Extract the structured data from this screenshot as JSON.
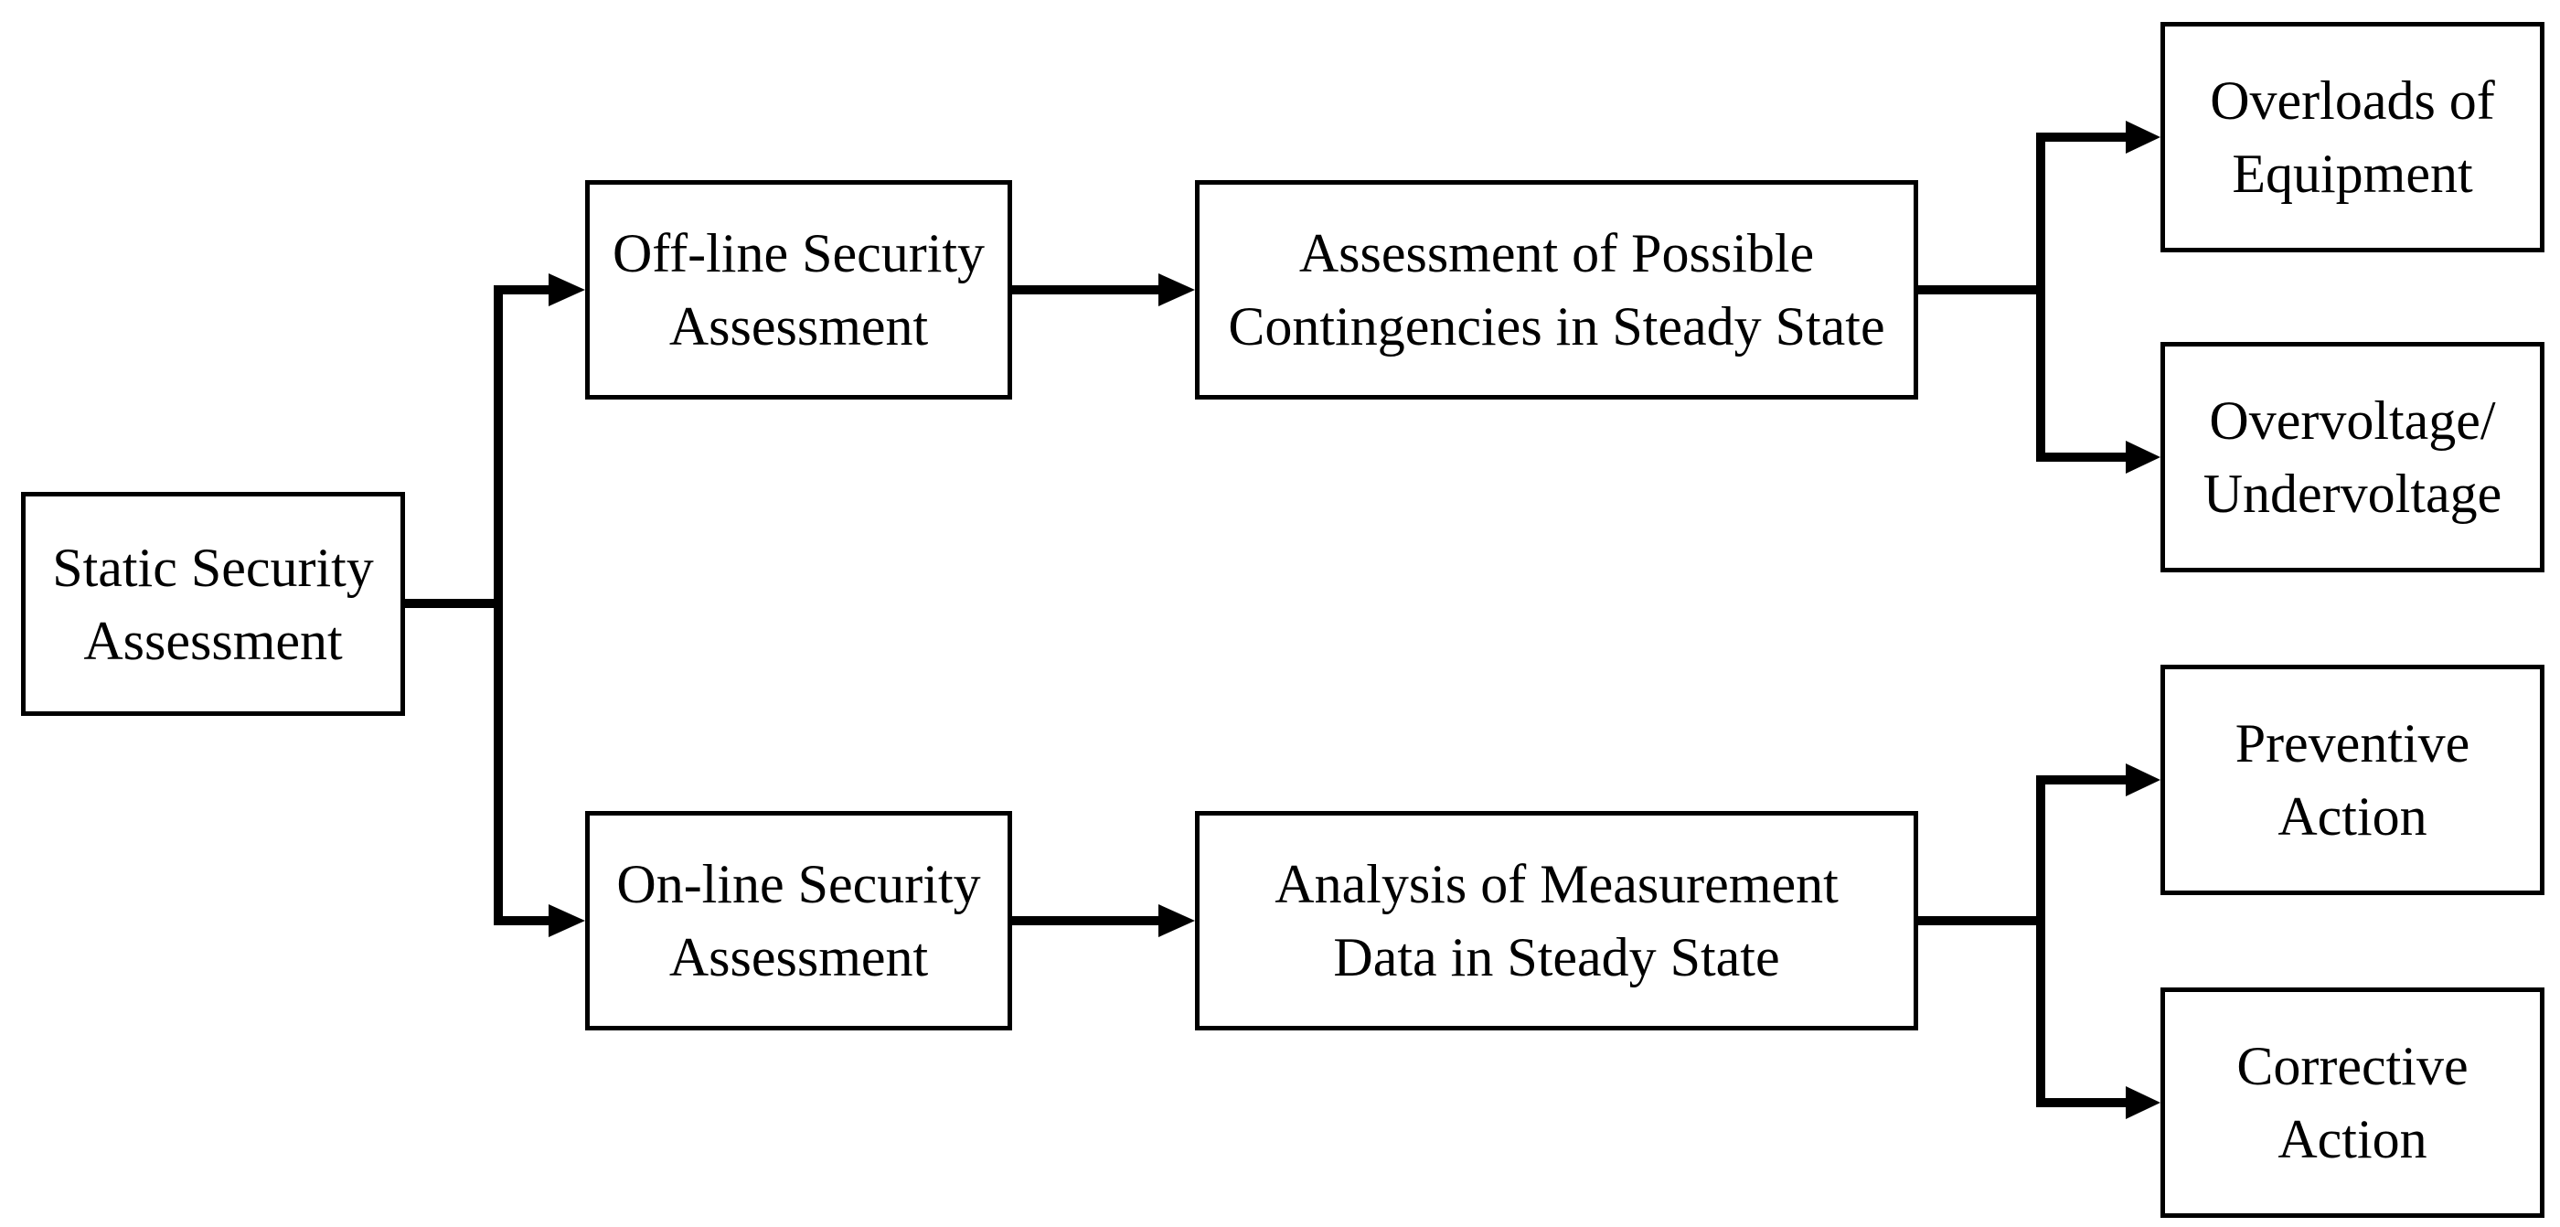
{
  "diagram": {
    "type": "flowchart",
    "nodes": {
      "static": {
        "line1": "Static Security",
        "line2": "Assessment"
      },
      "offline": {
        "line1": "Off-line Security",
        "line2": "Assessment"
      },
      "contingencies": {
        "line1": "Assessment of Possible",
        "line2": "Contingencies in Steady State"
      },
      "overloads": {
        "line1": "Overloads of",
        "line2": "Equipment"
      },
      "overvoltage": {
        "line1": "Overvoltage/",
        "line2": "Undervoltage"
      },
      "online": {
        "line1": "On-line Security",
        "line2": "Assessment"
      },
      "measurement": {
        "line1": "Analysis of Measurement",
        "line2": "Data in Steady State"
      },
      "preventive": {
        "line1": "Preventive",
        "line2": "Action"
      },
      "corrective": {
        "line1": "Corrective",
        "line2": "Action"
      }
    },
    "edges": [
      {
        "from": "Static Security Assessment",
        "to": "Off-line Security Assessment"
      },
      {
        "from": "Static Security Assessment",
        "to": "On-line Security Assessment"
      },
      {
        "from": "Off-line Security Assessment",
        "to": "Assessment of Possible Contingencies in Steady State"
      },
      {
        "from": "Assessment of Possible Contingencies in Steady State",
        "to": "Overloads of Equipment"
      },
      {
        "from": "Assessment of Possible Contingencies in Steady State",
        "to": "Overvoltage/Undervoltage"
      },
      {
        "from": "On-line Security Assessment",
        "to": "Analysis of Measurement Data in Steady State"
      },
      {
        "from": "Analysis of Measurement Data in Steady State",
        "to": "Preventive Action"
      },
      {
        "from": "Analysis of Measurement Data in Steady State",
        "to": "Corrective Action"
      }
    ],
    "colors": {
      "line": "#000000",
      "text": "#000000",
      "background": "#ffffff",
      "box_fill": "#ffffff"
    }
  }
}
